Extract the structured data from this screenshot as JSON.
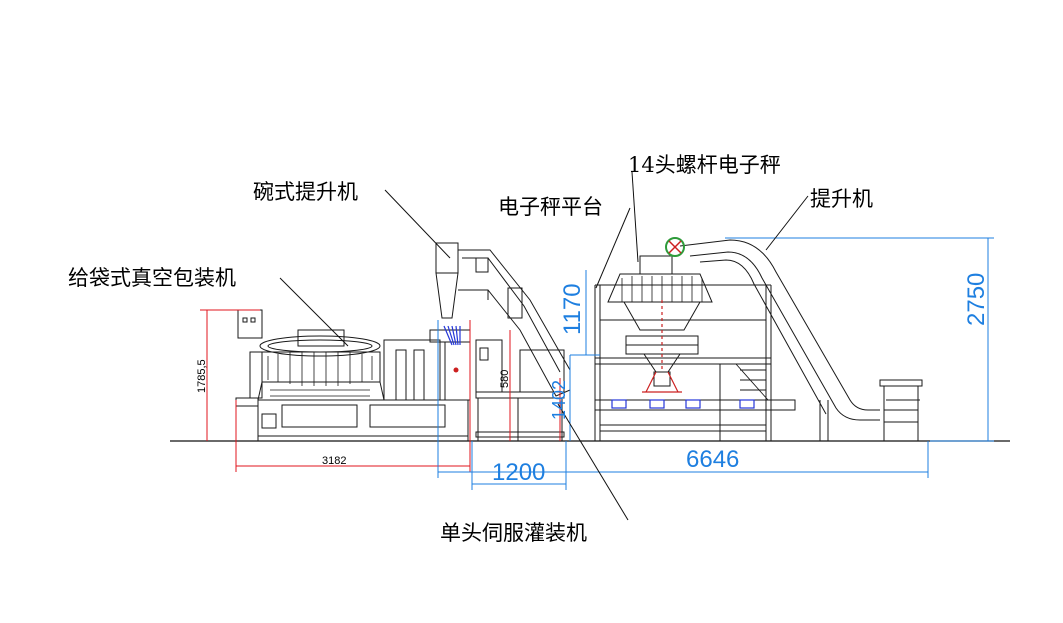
{
  "colors": {
    "blue_dim": "#1e7fe0",
    "red_dim": "#e0141e",
    "machine": "#1a1a1a",
    "accent_green": "#2e9b3a",
    "accent_red": "#cc2020",
    "accent_blue": "#2436d8"
  },
  "labels": {
    "bowl_elevator": "碗式提升机",
    "bag_vacuum_packer": "给袋式真空包装机",
    "scale_platform": "电子秤平台",
    "screw_scale_14": "14头螺杆电子秤",
    "elevator": "提升机",
    "servo_filler": "单头伺服灌装机"
  },
  "dimensions": {
    "height_total": "2750",
    "platform_height": "1170",
    "length_total": "6646",
    "filler_length": "1200",
    "packer_length": "3182",
    "packer_height": "1785,5",
    "filler_sub_a": "580",
    "filler_sub_b": "1402"
  }
}
